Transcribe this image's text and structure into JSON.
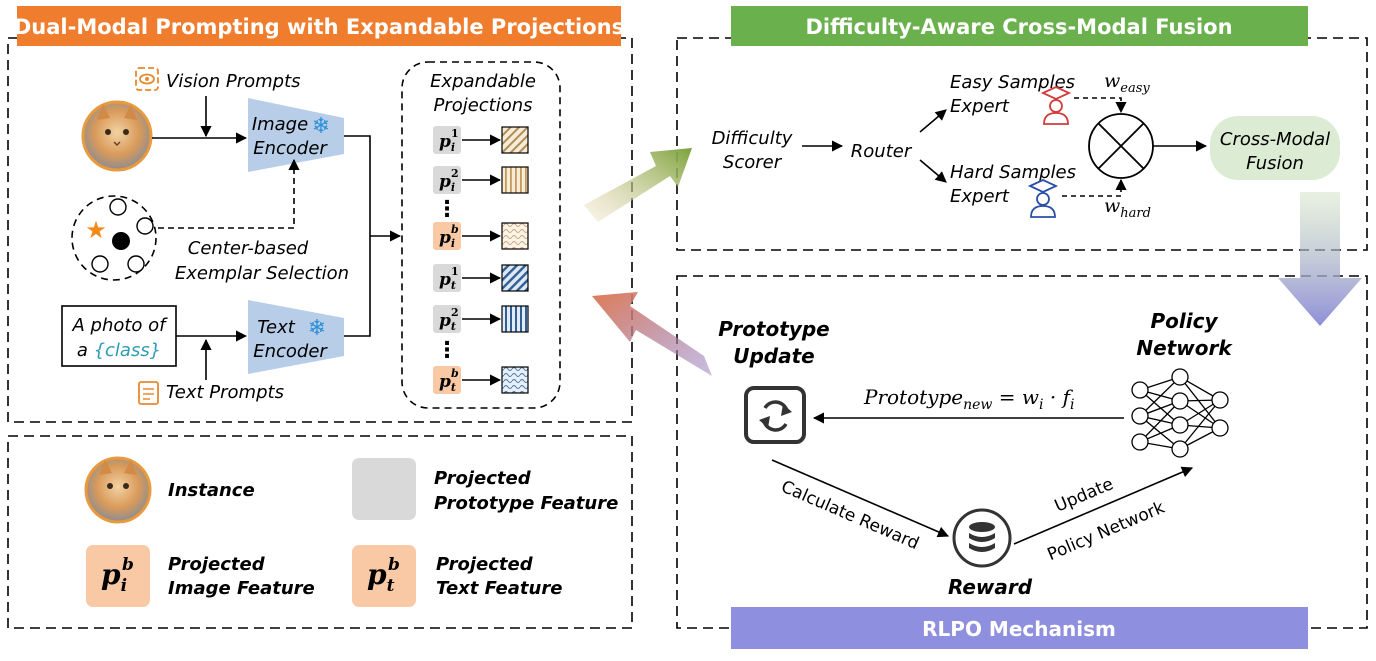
{
  "panels": {
    "dual_modal_title": "Dual-Modal Prompting with Expandable Projections",
    "difficulty_title": "Difficulty-Aware Cross-Modal Fusion",
    "rlpo_title": "RLPO Mechanism"
  },
  "dual_modal": {
    "vision_prompts": "Vision Prompts",
    "image_encoder_line1": "Image",
    "image_encoder_line2": "Encoder",
    "text_encoder_line1": "Text",
    "text_encoder_line2": "Encoder",
    "exemplar_line1": "Center-based",
    "exemplar_line2": "Exemplar Selection",
    "text_input_line1": "A photo of",
    "text_input_prefix": "a ",
    "text_input_class": "{class}",
    "text_prompts": "Text Prompts",
    "expandable_line1": "Expandable",
    "expandable_line2": "Projections",
    "proj_base_i": "p",
    "proj_sub_i": "i",
    "proj_base_t": "p",
    "proj_sub_t": "t",
    "sup_1": "1",
    "sup_2": "2",
    "sup_b": "b",
    "dots": "⋮"
  },
  "legend": {
    "instance": "Instance",
    "prototype_line1": "Projected",
    "prototype_line2": "Prototype Feature",
    "image_feat_line1": "Projected",
    "image_feat_line2": "Image Feature",
    "text_feat_line1": "Projected",
    "text_feat_line2": "Text Feature"
  },
  "fusion": {
    "difficulty_line1": "Difficulty",
    "difficulty_line2": "Scorer",
    "router": "Router",
    "easy_line1": "Easy Samples",
    "easy_line2": "Expert",
    "hard_line1": "Hard Samples",
    "hard_line2": "Expert",
    "w_base": "w",
    "w_easy_sub": "easy",
    "w_hard_sub": "hard",
    "fusion_line1": "Cross-Modal",
    "fusion_line2": "Fusion"
  },
  "rlpo": {
    "prototype_line1": "Prototype",
    "prototype_line2": "Update",
    "policy_line1": "Policy",
    "policy_line2": "Network",
    "formula_base": "Prototype",
    "formula_sub": "new",
    "formula_rest": " = w",
    "formula_wi_sub": "i",
    "formula_dot": " · f",
    "formula_fi_sub": "i",
    "calc_reward": "Calculate Reward",
    "update_line1": "Update",
    "update_line2": "Policy Network",
    "reward": "Reward"
  },
  "colors": {
    "orange_title": "#f07d2e",
    "green_title": "#6ab04c",
    "purple_title": "#8f8fdf",
    "encoder_blue": "#b8cde8",
    "proto_gray": "#d9d9d9",
    "feat_peach": "#f9c9a6",
    "fusion_green": "#dcebd3",
    "easy_red": "#d63a3a",
    "hard_blue": "#2b4ea8"
  }
}
